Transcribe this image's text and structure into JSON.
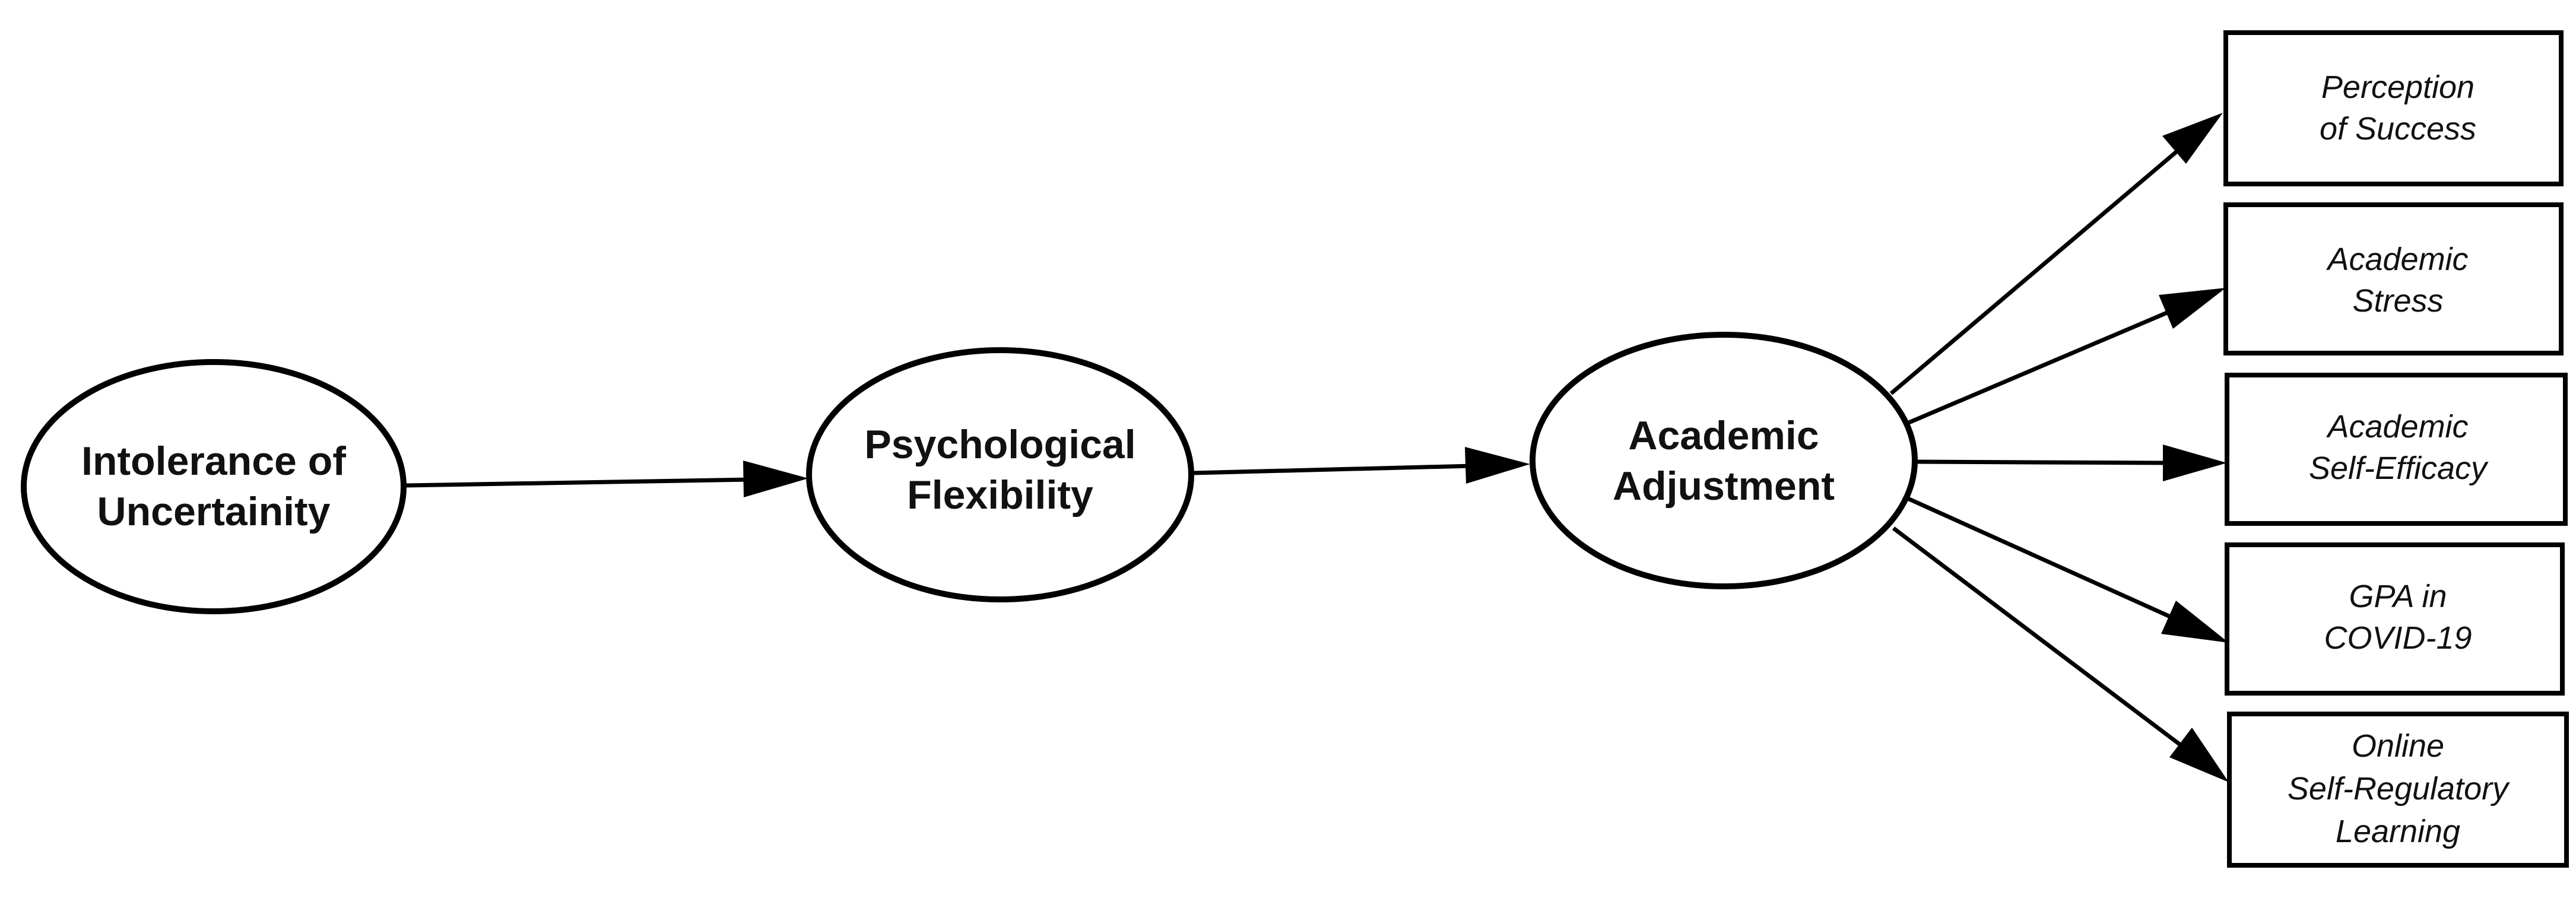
{
  "latent": {
    "intolerance": {
      "line1": "Intolerance of",
      "line2": "Uncertainity"
    },
    "flexibility": {
      "line1": "Psychological",
      "line2": "Flexibility"
    },
    "adjustment": {
      "line1": "Academic",
      "line2": "Adjustment"
    }
  },
  "indicators": {
    "perception": {
      "line1": "Perception",
      "line2": "of Success"
    },
    "stress": {
      "line1": "Academic",
      "line2": "Stress"
    },
    "efficacy": {
      "line1": "Academic",
      "line2": "Self-Efficacy"
    },
    "gpa": {
      "line1": "GPA in",
      "line2": "COVID-19"
    },
    "online": {
      "line1": "Online",
      "line2": "Self-Regulatory",
      "line3": "Learning"
    }
  },
  "colors": {
    "stroke": "#000000",
    "fill": "#ffffff",
    "text": "#111111"
  }
}
